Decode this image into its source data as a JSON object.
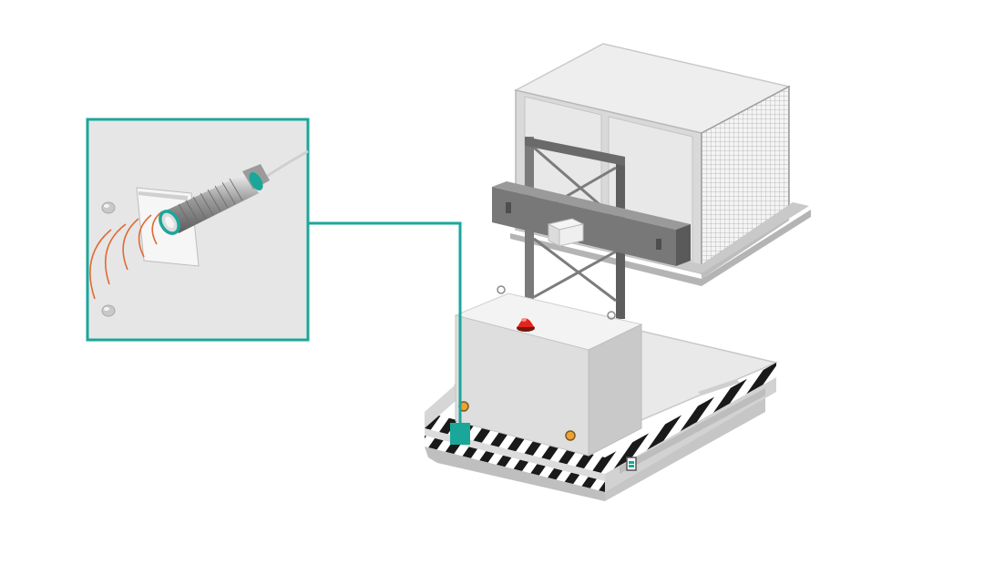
{
  "scene": {
    "subject": "agv-with-inductive-proximity-sensor",
    "inset_callout": "sensor-detail-inset",
    "icons": [
      "proximity-sensor-icon",
      "signal-wave-icon",
      "warning-beacon-icon",
      "hazard-stripe-bumper",
      "cargo-cage",
      "lift-mast"
    ]
  },
  "colors": {
    "accent": "#1aa79a",
    "beacon": "#e0261e",
    "signal_wave": "#e06a35",
    "hazard_dark": "#1a1a1a",
    "body_light": "#e6e6e6",
    "mast_gray": "#6e6e6e"
  }
}
